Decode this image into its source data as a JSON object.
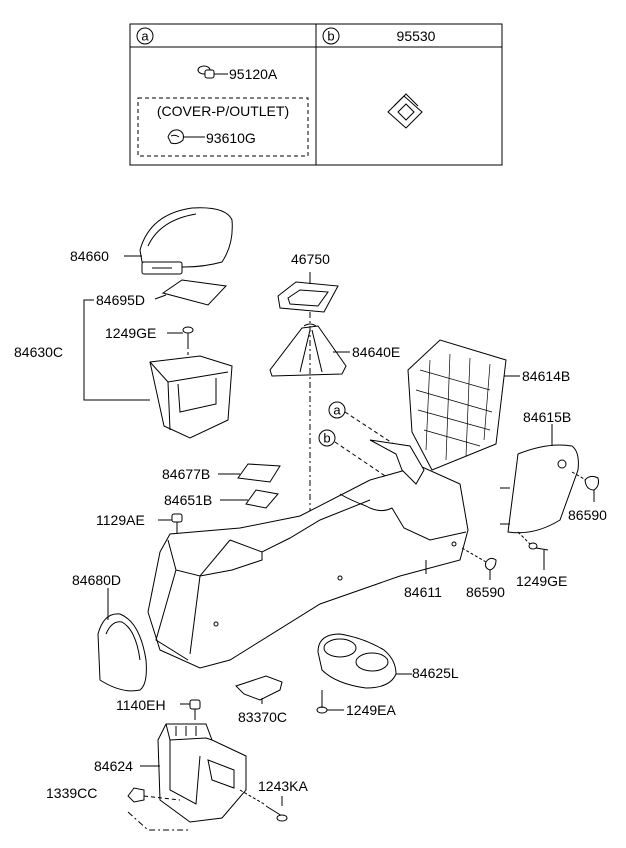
{
  "legend": {
    "col_a": {
      "letter": "a",
      "items": [
        {
          "code": "95120A"
        }
      ],
      "group": {
        "title": "(COVER-P/OUTLET)",
        "items": [
          {
            "code": "93610G"
          }
        ]
      }
    },
    "col_b": {
      "letter": "b",
      "code": "95530"
    }
  },
  "callouts": {
    "a": "a",
    "b": "b"
  },
  "parts": [
    {
      "code": "84660"
    },
    {
      "code": "84695D"
    },
    {
      "code": "84630C"
    },
    {
      "code": "1249GE"
    },
    {
      "code": "46750"
    },
    {
      "code": "84640E"
    },
    {
      "code": "84614B"
    },
    {
      "code": "84615B"
    },
    {
      "code": "86590"
    },
    {
      "code": "84677B"
    },
    {
      "code": "84651B"
    },
    {
      "code": "1129AE"
    },
    {
      "code": "84680D"
    },
    {
      "code": "84611"
    },
    {
      "code": "86590"
    },
    {
      "code": "1249GE"
    },
    {
      "code": "84625L"
    },
    {
      "code": "1249EA"
    },
    {
      "code": "83370C"
    },
    {
      "code": "1140EH"
    },
    {
      "code": "84624"
    },
    {
      "code": "1339CC"
    },
    {
      "code": "1243KA"
    }
  ]
}
